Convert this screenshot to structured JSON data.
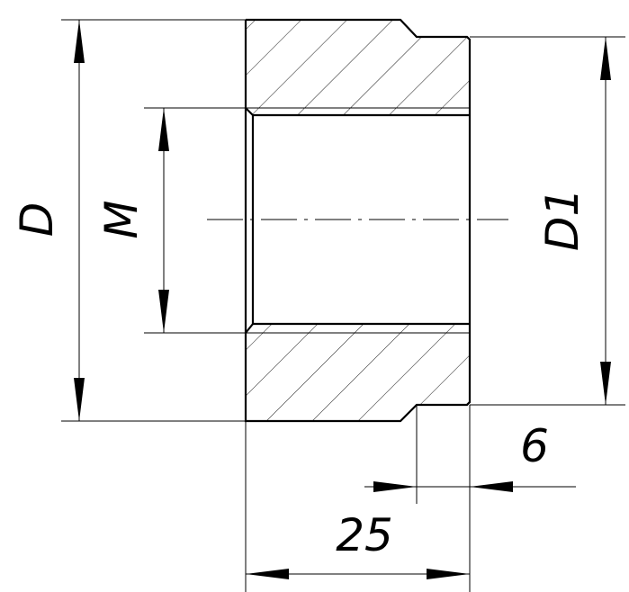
{
  "dimensions": {
    "outer_diameter": "D",
    "thread": "M",
    "step_diameter": "D1",
    "step_length": "6",
    "total_length": "25"
  },
  "colors": {
    "line": "#000000",
    "background": "#ffffff"
  }
}
